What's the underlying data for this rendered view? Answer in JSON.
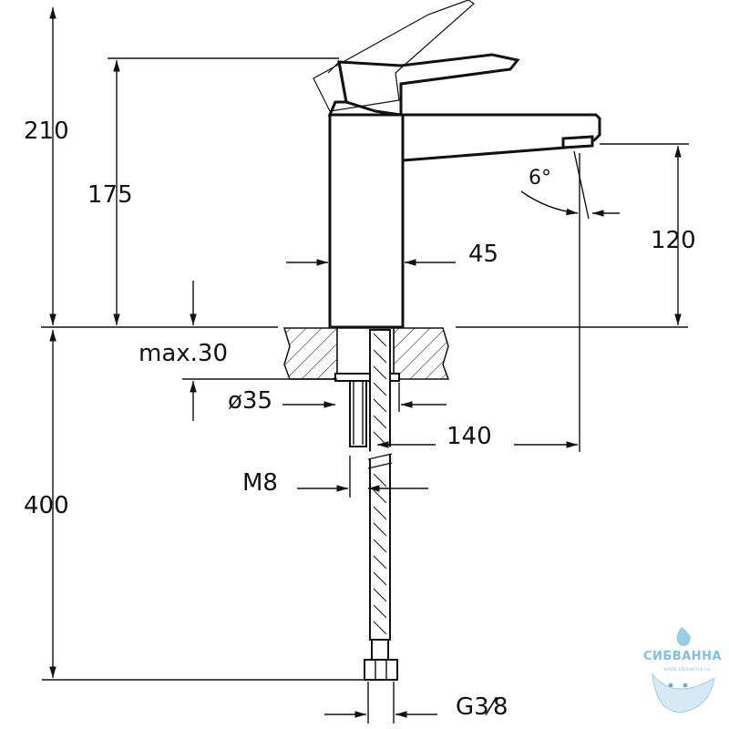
{
  "dimensions": {
    "d210": "210",
    "d175": "175",
    "d45": "45",
    "d6deg": "6°",
    "d120": "120",
    "max30": "max.30",
    "d35": "ø35",
    "d140": "140",
    "m8": "M8",
    "d400": "400",
    "g38": "G3⁄8"
  },
  "watermark": {
    "brand": "СИБВАННА",
    "site": "www.sibvanna.ru"
  }
}
